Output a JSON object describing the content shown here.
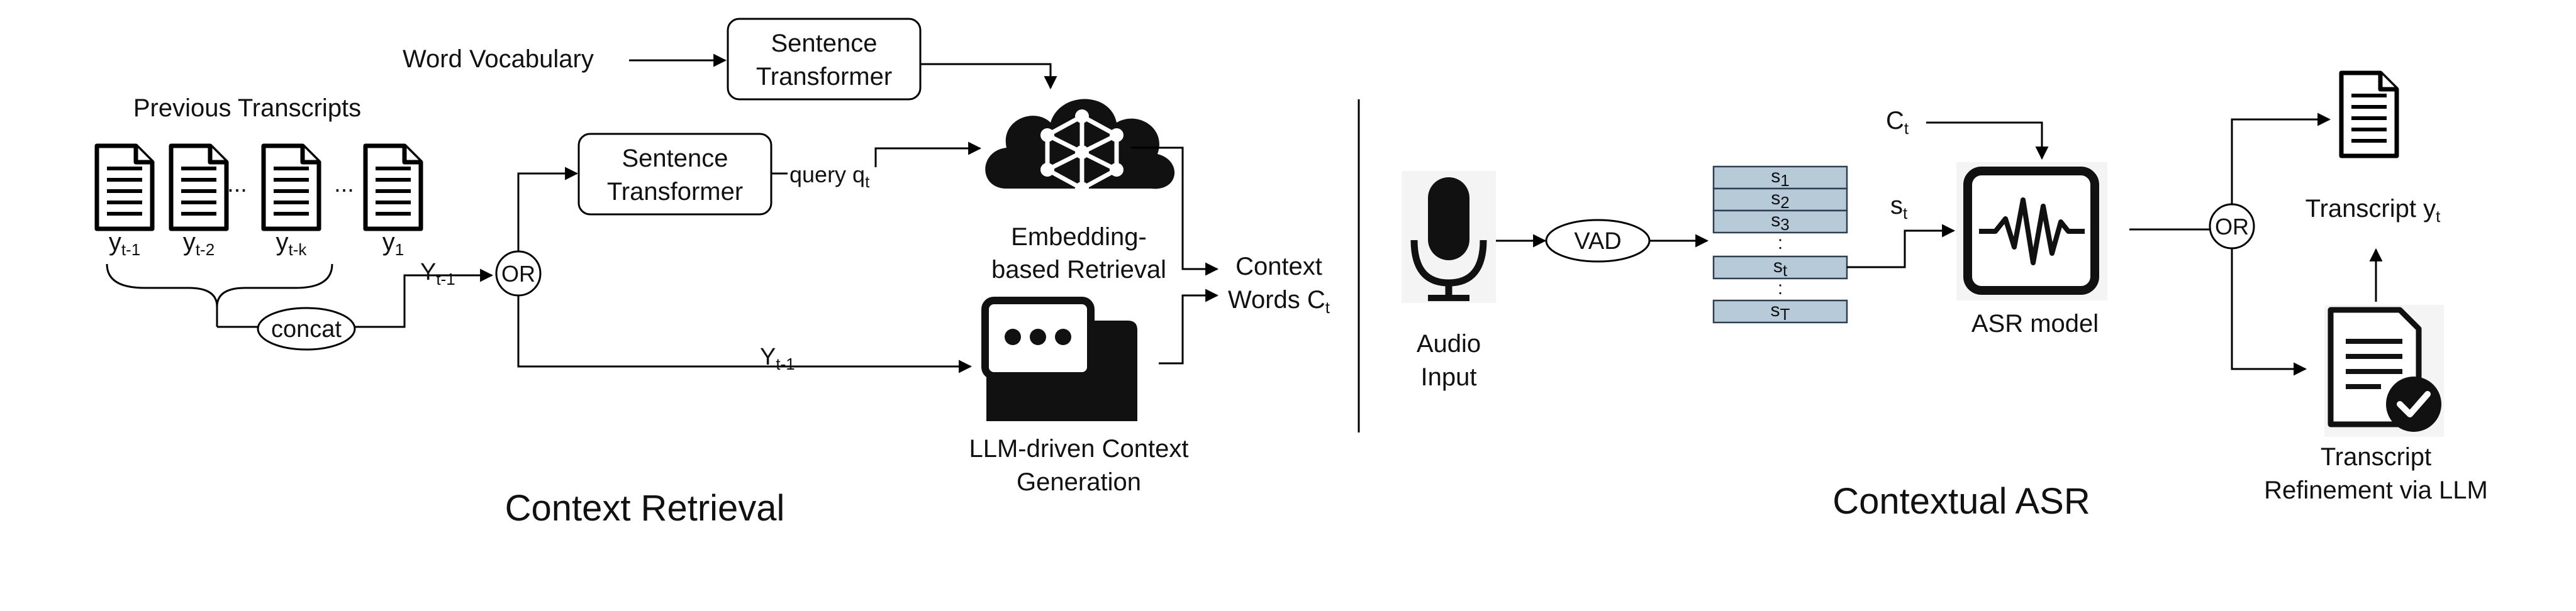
{
  "retrieval": {
    "section_title": "Context Retrieval",
    "word_vocabulary": "Word Vocabulary",
    "sentence_transformer_top": [
      "Sentence",
      "Transformer"
    ],
    "sentence_transformer_mid": [
      "Sentence",
      "Transformer"
    ],
    "previous_transcripts": "Previous Transcripts",
    "doc_labels": [
      {
        "base": "y",
        "sub": "t-1"
      },
      {
        "base": "y",
        "sub": "t-2"
      },
      {
        "base": "y",
        "sub": "t-k"
      },
      {
        "base": "y",
        "sub": "1"
      }
    ],
    "ellipsis": "...",
    "concat": "concat",
    "y_prev": {
      "base": "Y",
      "sub": "t-1"
    },
    "or": "OR",
    "query": {
      "base": "query q",
      "sub": "t"
    },
    "embedding_retrieval": [
      "Embedding-",
      "based Retrieval"
    ],
    "llm_generation": [
      "LLM-driven Context",
      "Generation"
    ],
    "context_words": [
      "Context",
      {
        "base": "Words C",
        "sub": "t"
      }
    ]
  },
  "asr": {
    "section_title": "Contextual ASR",
    "audio_input": [
      "Audio",
      "Input"
    ],
    "vad": "VAD",
    "segments": [
      {
        "base": "s",
        "sub": "1"
      },
      {
        "base": "s",
        "sub": "2"
      },
      {
        "base": "s",
        "sub": "3"
      },
      {
        "base": "s",
        "sub": "t"
      },
      {
        "base": "s",
        "sub": "T"
      }
    ],
    "vdots": ":",
    "c_t": {
      "base": "C",
      "sub": "t"
    },
    "s_t": {
      "base": "s",
      "sub": "t"
    },
    "asr_model": "ASR model",
    "or": "OR",
    "transcript": {
      "base": "Transcript y",
      "sub": "t"
    },
    "refinement": [
      "Transcript",
      "Refinement via LLM"
    ]
  },
  "icons": {
    "document": "document-icon",
    "network_cloud": "network-cloud-icon",
    "chat": "chat-bubbles-icon",
    "microphone": "microphone-icon",
    "waveform": "waveform-icon",
    "verified_document": "verified-document-icon"
  },
  "colors": {
    "segment_fill": "#b7cad8",
    "segment_stroke": "#2c3e50",
    "icon": "#111111"
  }
}
